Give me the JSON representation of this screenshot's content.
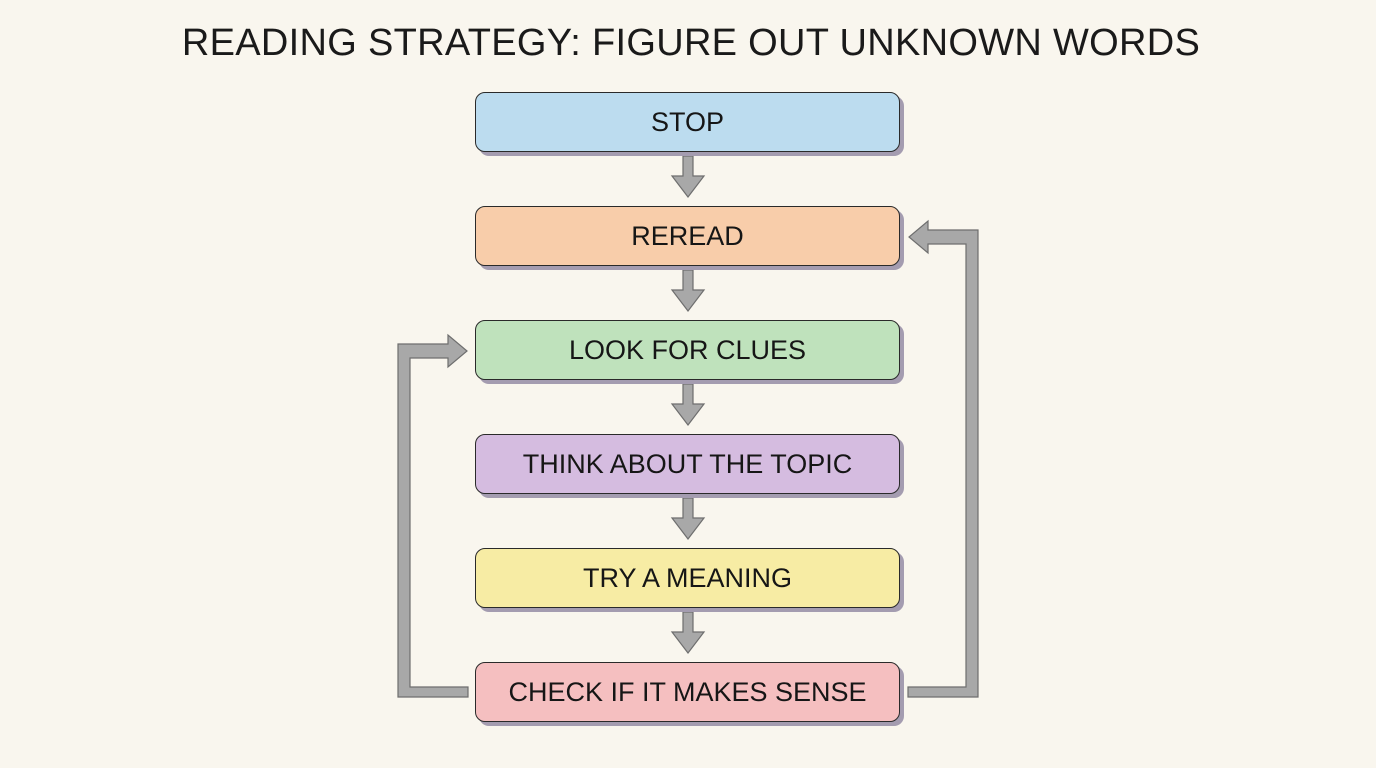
{
  "title": "READING STRATEGY: FIGURE OUT UNKNOWN WORDS",
  "steps": [
    {
      "label": "STOP",
      "color": "#bcdcef"
    },
    {
      "label": "REREAD",
      "color": "#f8cdaa"
    },
    {
      "label": "LOOK FOR CLUES",
      "color": "#bfe2bc"
    },
    {
      "label": "THINK ABOUT THE TOPIC",
      "color": "#d5bce0"
    },
    {
      "label": "TRY A MEANING",
      "color": "#f7eca4"
    },
    {
      "label": "CHECK IF IT MAKES SENSE",
      "color": "#f5bfc0"
    }
  ],
  "loops": [
    {
      "from": "CHECK IF IT MAKES SENSE",
      "to": "REREAD",
      "side": "right"
    },
    {
      "from": "CHECK IF IT MAKES SENSE",
      "to": "LOOK FOR CLUES",
      "side": "left"
    }
  ],
  "colors": {
    "background": "#f9f6ee",
    "arrow": "#a8a8a8",
    "arrow_stroke": "#6e6e6e"
  }
}
